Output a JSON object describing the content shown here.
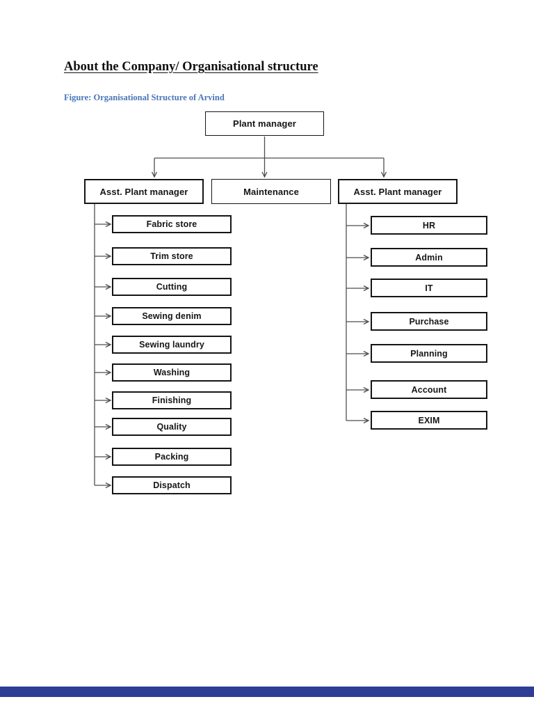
{
  "page": {
    "title": "About the Company/ Organisational structure",
    "caption": "Figure: Organisational Structure of Arvind",
    "caption_color": "#4876b8",
    "footer_bar_color": "#2e3d96",
    "box_border_color": "#151515",
    "connector_color": "#4d4d4d"
  },
  "chart": {
    "type": "org-chart",
    "root": "Plant manager",
    "level2": [
      "Asst. Plant manager",
      "Maintenance",
      "Asst. Plant manager"
    ],
    "left_children": [
      "Fabric store",
      "Trim store",
      "Cutting",
      "Sewing denim",
      "Sewing laundry",
      "Washing",
      "Finishing",
      "Quality",
      "Packing",
      "Dispatch"
    ],
    "right_children": [
      "HR",
      "Admin",
      "IT",
      "Purchase",
      "Planning",
      "Account",
      "EXIM"
    ]
  }
}
